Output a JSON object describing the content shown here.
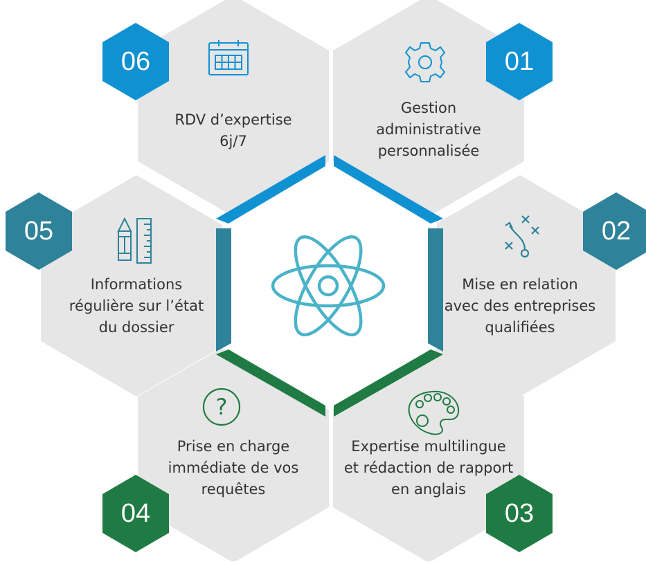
{
  "colors": {
    "hex_fill": "#e6e6e6",
    "blue": "#0f91d2",
    "teal": "#2e829a",
    "green": "#1f7b43",
    "center_icon": "#4ab3c8",
    "text": "#333333"
  },
  "center": {
    "icon": "atom-icon"
  },
  "items": [
    {
      "number": "01",
      "icon": "gear-icon",
      "lines": [
        "Gestion",
        "administrative",
        "personnalisée"
      ]
    },
    {
      "number": "02",
      "icon": "strategy-icon",
      "lines": [
        "Mise en relation",
        "avec des entreprises",
        "qualifiées"
      ]
    },
    {
      "number": "03",
      "icon": "palette-icon",
      "lines": [
        "Expertise multilingue",
        "et rédaction de rapport",
        "en anglais"
      ]
    },
    {
      "number": "04",
      "icon": "question-icon",
      "lines": [
        "Prise en charge",
        "immédiate de vos",
        "requêtes"
      ]
    },
    {
      "number": "05",
      "icon": "pencil-ruler-icon",
      "lines": [
        "Informations",
        "régulière sur l’état",
        "du dossier"
      ]
    },
    {
      "number": "06",
      "icon": "calendar-icon",
      "lines": [
        "RDV d’expertise",
        "6j/7"
      ]
    }
  ]
}
